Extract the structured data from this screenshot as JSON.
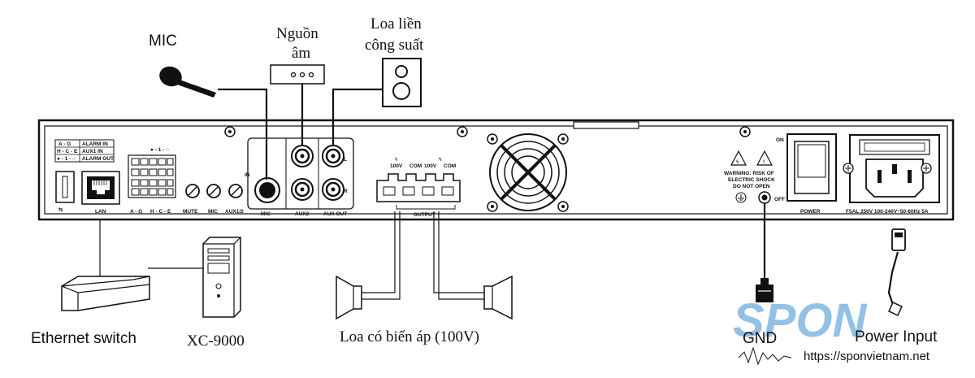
{
  "labels": {
    "mic": "MIC",
    "audio_source_line1": "Nguồn",
    "audio_source_line2": "âm",
    "active_speaker_line1": "Loa liền",
    "active_speaker_line2": "công suất",
    "ethernet_switch": "Ethernet switch",
    "xc9000": "XC-9000",
    "transformer_speaker": "Loa có biến áp (100V)",
    "gnd": "GND",
    "power_input": "Power Input"
  },
  "panel": {
    "alarm_rows": [
      "A - G",
      "H - C - E",
      "● - 1 - ○"
    ],
    "alarm_values": [
      "ALARM  IN",
      "AUX1   IN",
      "ALARM OUT"
    ],
    "term_header": "● - 1 - ○",
    "lan": "LAN",
    "ag": "A - G",
    "hce": "H - C - E",
    "mute": "MUTE",
    "mic": "MIC",
    "aux12": "AUX1/2",
    "mic2": "MIC",
    "in": "IN",
    "aux2": "AUX2",
    "aux_out": "AUX OUT",
    "l": "L",
    "r": "R",
    "v100a": "100V",
    "com_a": "COM",
    "v100b": "100V",
    "com_b": "COM",
    "output": "OUTPUT",
    "warning1": "WARNING: RISK OF",
    "warning2": "ELECTRIC SHOCK",
    "warning3": "DO NOT OPEN",
    "on": "ON",
    "off": "OFF",
    "power": "POWER",
    "fuse": "F5AL 250V 100-240V~50-60Hz 5A"
  },
  "watermark": {
    "brand": "SPON",
    "url": "https://sponvietnam.net"
  },
  "colors": {
    "ink": "#111111",
    "watermark": "#7fb6e2"
  }
}
